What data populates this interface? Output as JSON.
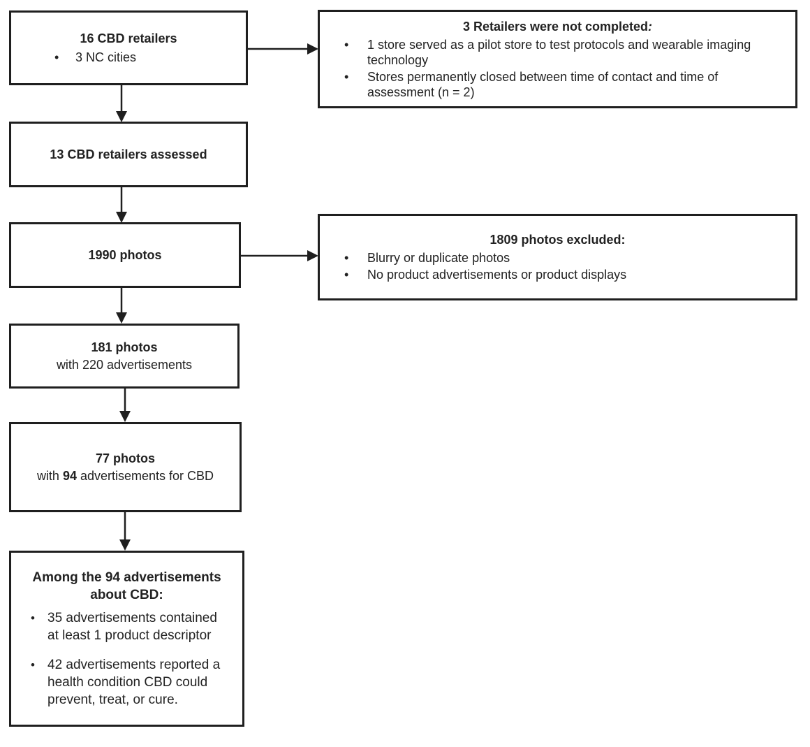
{
  "diagram": {
    "boxes": {
      "retailers_total": {
        "title": "16 CBD retailers",
        "bullets": [
          "3 NC cities"
        ]
      },
      "not_completed": {
        "title": "3 Retailers were not completed",
        "title_colon": ":",
        "bullets": [
          "1 store served as a pilot store to test protocols and wearable imaging technology",
          "Stores permanently closed between time of contact and time of assessment (n = 2)"
        ]
      },
      "retailers_assessed": {
        "title": "13 CBD retailers assessed"
      },
      "photos_total": {
        "title": "1990 photos"
      },
      "photos_excluded": {
        "title": "1809 photos excluded:",
        "bullets": [
          "Blurry or duplicate photos",
          "No product advertisements or product displays"
        ]
      },
      "photos_included": {
        "title": "181 photos",
        "subtitle": "with 220 advertisements"
      },
      "photos_cbd": {
        "title": "77 photos",
        "subtitle_prefix": "with ",
        "subtitle_bold": "94",
        "subtitle_suffix": " advertisements for CBD"
      },
      "ads_summary": {
        "title": "Among the 94 advertisements about CBD:",
        "bullets": [
          "35 advertisements contained at least 1 product descriptor",
          "42 advertisements reported a health condition CBD could prevent, treat, or cure."
        ]
      }
    },
    "colors": {
      "border": "#1f1f1f",
      "text": "#222222",
      "background": "#ffffff"
    }
  }
}
